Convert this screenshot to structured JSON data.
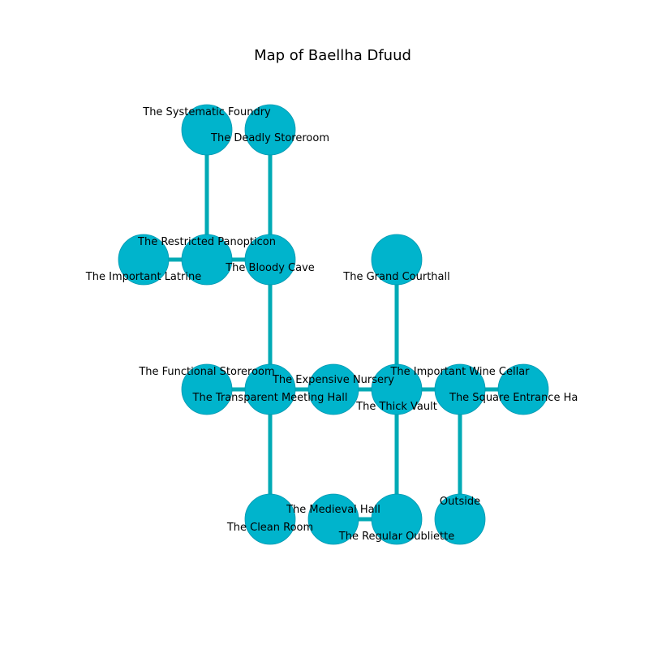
{
  "title": "Map of Baellha Dfuud",
  "colors": {
    "node_fill": "#00b4cc",
    "node_stroke": "#0097b0",
    "edge": "#00aab5",
    "text": "#000000"
  },
  "rooms": [
    {
      "id": "systematic-foundry",
      "label": "The Systematic Foundry",
      "col": 2,
      "row": 0
    },
    {
      "id": "deadly-storeroom",
      "label": "The Deadly Storeroom",
      "col": 3,
      "row": 0
    },
    {
      "id": "important-latrine",
      "label": "The Important Latrine",
      "col": 1,
      "row": 1
    },
    {
      "id": "restricted-panopticon",
      "label": "The Restricted Panopticon",
      "col": 2,
      "row": 1
    },
    {
      "id": "bloody-cave",
      "label": "The Bloody Cave",
      "col": 3,
      "row": 1
    },
    {
      "id": "grand-courthall",
      "label": "The Grand Courthall",
      "col": 5,
      "row": 1
    },
    {
      "id": "functional-storeroom",
      "label": "The Functional Storeroom",
      "col": 2,
      "row": 2
    },
    {
      "id": "transparent-meeting-hall",
      "label": "The Transparent Meeting Hall",
      "col": 3,
      "row": 2
    },
    {
      "id": "expensive-nursery",
      "label": "The Expensive Nursery",
      "col": 4,
      "row": 2
    },
    {
      "id": "thick-vault",
      "label": "The Thick Vault",
      "col": 5,
      "row": 2
    },
    {
      "id": "important-wine-cellar",
      "label": "The Important Wine Cellar",
      "col": 6,
      "row": 2
    },
    {
      "id": "square-entrance-hall",
      "label": "The Square Entrance Ha",
      "col": 7,
      "row": 2
    },
    {
      "id": "clean-room",
      "label": "The Clean Room",
      "col": 3,
      "row": 3
    },
    {
      "id": "medieval-hall",
      "label": "The Medieval Hall",
      "col": 4,
      "row": 3
    },
    {
      "id": "regular-oubliette",
      "label": "The Regular Oubliette",
      "col": 5,
      "row": 3
    },
    {
      "id": "outside",
      "label": "Outside",
      "col": 6,
      "row": 3
    }
  ],
  "connections": [
    [
      "systematic-foundry",
      "restricted-panopticon"
    ],
    [
      "deadly-storeroom",
      "bloody-cave"
    ],
    [
      "important-latrine",
      "restricted-panopticon"
    ],
    [
      "restricted-panopticon",
      "bloody-cave"
    ],
    [
      "bloody-cave",
      "transparent-meeting-hall"
    ],
    [
      "grand-courthall",
      "thick-vault"
    ],
    [
      "functional-storeroom",
      "transparent-meeting-hall"
    ],
    [
      "transparent-meeting-hall",
      "expensive-nursery"
    ],
    [
      "expensive-nursery",
      "thick-vault"
    ],
    [
      "thick-vault",
      "important-wine-cellar"
    ],
    [
      "important-wine-cellar",
      "square-entrance-hall"
    ],
    [
      "transparent-meeting-hall",
      "clean-room"
    ],
    [
      "important-wine-cellar",
      "outside"
    ],
    [
      "thick-vault",
      "regular-oubliette"
    ],
    [
      "medieval-hall",
      "regular-oubliette"
    ]
  ]
}
